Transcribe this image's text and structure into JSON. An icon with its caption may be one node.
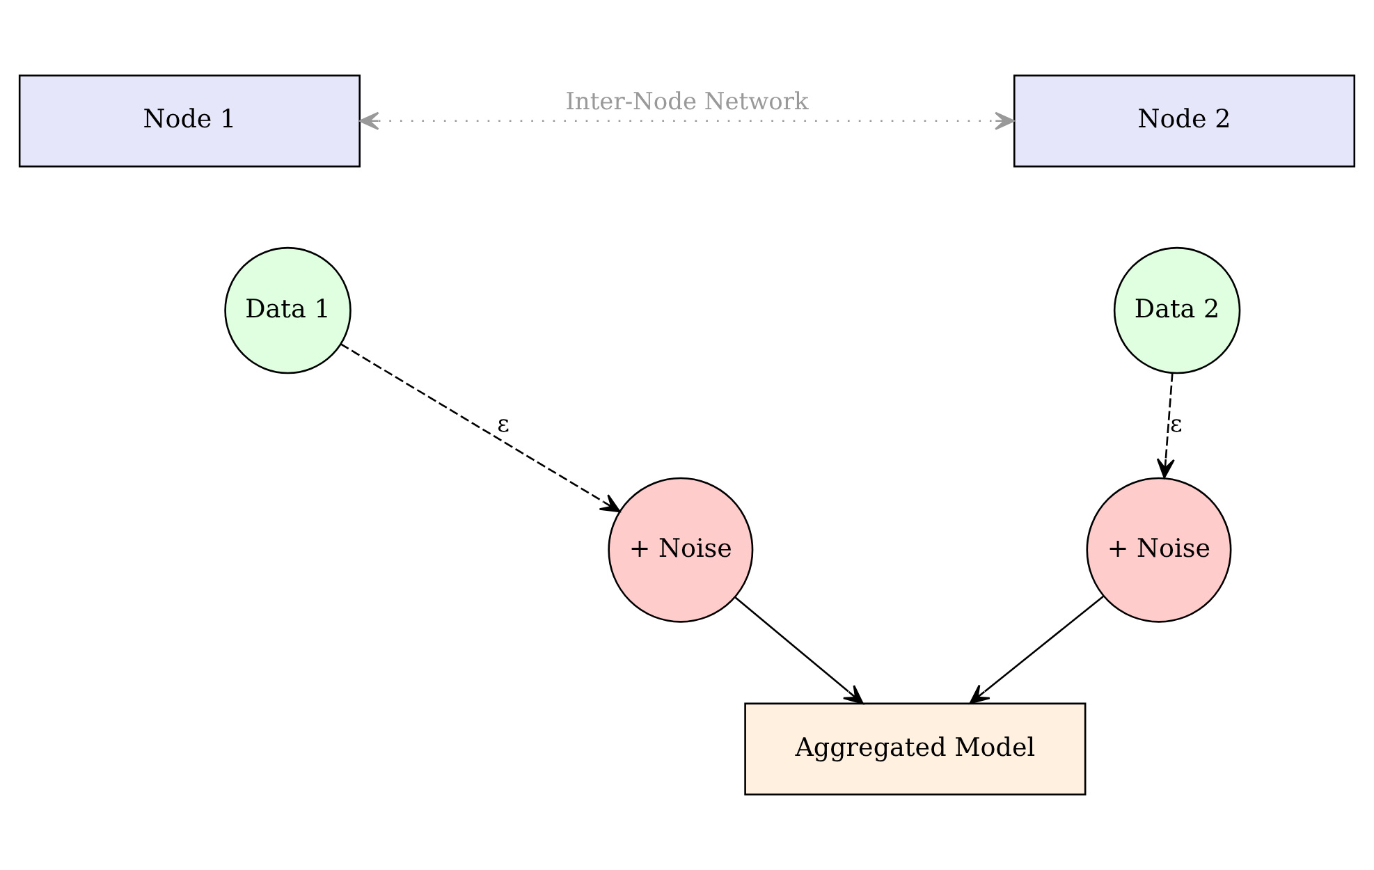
{
  "diagram": {
    "nodes": [
      {
        "text": [
          "Node 1"
        ]
      },
      {
        "text": [
          "Node 2"
        ]
      },
      {
        "text": [
          "Data 1"
        ]
      },
      {
        "text": [
          "Data 2"
        ]
      },
      {
        "text": [
          "+ Noise"
        ]
      },
      {
        "text": [
          "+ Noise"
        ]
      },
      {
        "text": [
          "Aggregated Model"
        ]
      }
    ],
    "edges": [
      {
        "from": 0,
        "to": 1,
        "arrow": "both",
        "label": "Inter-Node Network",
        "style": "dashed",
        "color": "#999999"
      },
      {
        "from": 2,
        "to": 4,
        "arrow": "to",
        "label": "ε",
        "style": "dashed"
      },
      {
        "from": 3,
        "to": 5,
        "arrow": "to",
        "label": "ε",
        "style": "dashed"
      },
      {
        "from": 4,
        "to": 6,
        "arrow": "to"
      },
      {
        "from": 5,
        "to": 6,
        "arrow": "to"
      }
    ]
  }
}
